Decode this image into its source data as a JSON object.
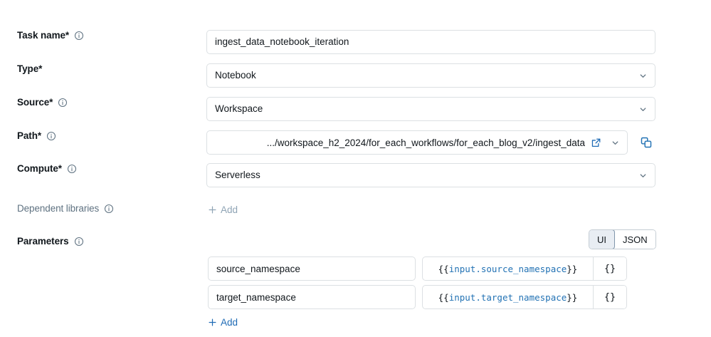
{
  "colors": {
    "accent_blue": "#1f6bb5",
    "link_blue": "#2272b4",
    "muted_text": "#5f7281",
    "border": "#dce0e3",
    "toggle_active_bg": "#e8edf3"
  },
  "rows": {
    "task_name": {
      "label": "Task name*",
      "info_icon": "info-circle-icon",
      "value": "ingest_data_notebook_iteration"
    },
    "type": {
      "label": "Type*",
      "value": "Notebook",
      "chevron_icon": "chevron-down-icon"
    },
    "source": {
      "label": "Source*",
      "info_icon": "info-circle-icon",
      "value": "Workspace",
      "chevron_icon": "chevron-down-icon"
    },
    "path": {
      "label": "Path*",
      "info_icon": "info-circle-icon",
      "value": ".../workspace_h2_2024/for_each_workflows/for_each_blog_v2/ingest_data",
      "open_icon": "external-link-icon",
      "chevron_icon": "chevron-down-icon",
      "copy_icon": "copy-icon"
    },
    "compute": {
      "label": "Compute*",
      "info_icon": "info-circle-icon",
      "value": "Serverless",
      "chevron_icon": "chevron-down-icon"
    },
    "dependent_libraries": {
      "label": "Dependent libraries",
      "info_icon": "info-circle-icon",
      "add_label": "Add",
      "add_icon": "plus-icon"
    },
    "parameters": {
      "label": "Parameters",
      "info_icon": "info-circle-icon",
      "add_label": "Add",
      "add_icon": "plus-icon",
      "view_toggle": {
        "options": [
          "UI",
          "JSON"
        ],
        "selected": "UI"
      },
      "items": [
        {
          "key": "source_namespace",
          "value_prefix": "{{",
          "value_expr": "input.source_namespace",
          "value_suffix": "}}",
          "json_button_label": "{}"
        },
        {
          "key": "target_namespace",
          "value_prefix": "{{",
          "value_expr": "input.target_namespace",
          "value_suffix": "}}",
          "json_button_label": "{}"
        }
      ]
    }
  }
}
